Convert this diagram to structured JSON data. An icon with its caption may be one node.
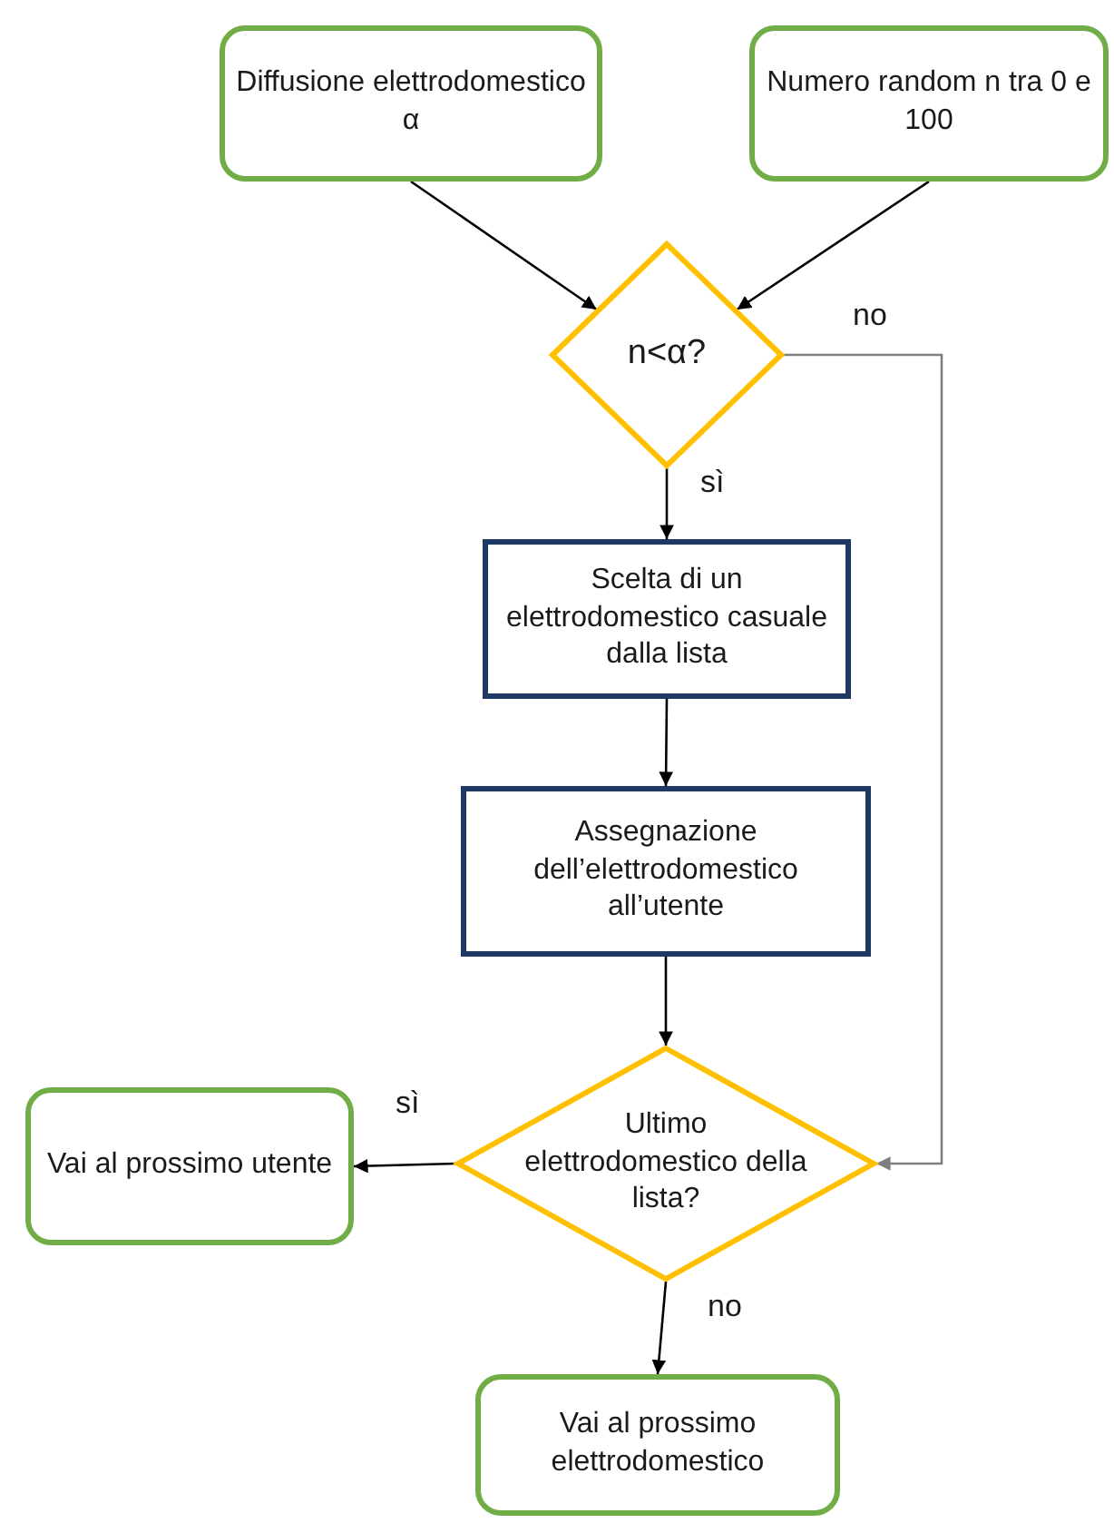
{
  "diagram": {
    "nodes": [
      {
        "text": [
          "Diffusione elettrodomestico α"
        ]
      },
      {
        "text": [
          "Numero random n tra 0 e 100"
        ]
      },
      {
        "text": [
          "n<α?"
        ]
      },
      {
        "text": [
          "Scelta di un elettrodomestico casuale dalla lista"
        ]
      },
      {
        "text": [
          "Assegnazione dell’elettrodomestico all’utente"
        ]
      },
      {
        "text": [
          "Ultimo elettrodomestico della lista?"
        ]
      },
      {
        "text": [
          "Vai al prossimo utente"
        ]
      },
      {
        "text": [
          "Vai al prossimo elettrodomestico"
        ]
      }
    ],
    "edges": [
      {
        "from": 0,
        "to": 2,
        "arrow": "to"
      },
      {
        "from": 1,
        "to": 2,
        "arrow": "to"
      },
      {
        "from": 2,
        "to": 3,
        "arrow": "to",
        "label": "sì"
      },
      {
        "from": 3,
        "to": 4,
        "arrow": "to"
      },
      {
        "from": 4,
        "to": 5,
        "arrow": "to"
      },
      {
        "from": 2,
        "to": 5,
        "arrow": "to",
        "label": "no",
        "color": "#7f7f7f"
      },
      {
        "from": 5,
        "to": 6,
        "arrow": "to",
        "label": "sì"
      },
      {
        "from": 5,
        "to": 7,
        "arrow": "to",
        "label": "no"
      }
    ]
  }
}
